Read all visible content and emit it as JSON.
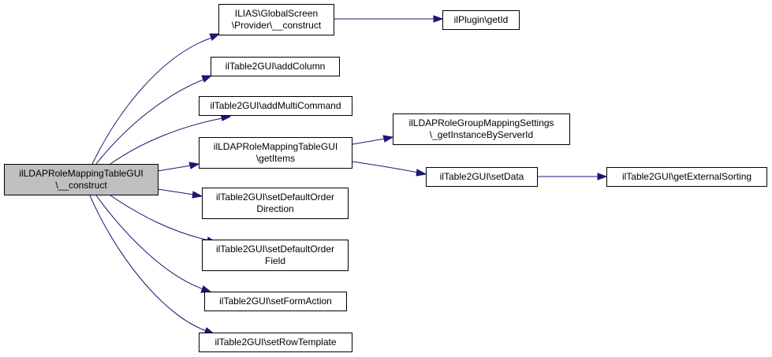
{
  "nodes": {
    "root": {
      "line1": "ilLDAPRoleMappingTableGUI",
      "line2": "\\__construct"
    },
    "global_screen": {
      "line1": "ILIAS\\GlobalScreen",
      "line2": "\\Provider\\__construct"
    },
    "plugin_getid": {
      "line1": "ilPlugin\\getId"
    },
    "add_column": {
      "line1": "ilTable2GUI\\addColumn"
    },
    "add_multi_command": {
      "line1": "ilTable2GUI\\addMultiCommand"
    },
    "get_items": {
      "line1": "ilLDAPRoleMappingTableGUI",
      "line2": "\\getItems"
    },
    "get_instance": {
      "line1": "ilLDAPRoleGroupMappingSettings",
      "line2": "\\_getInstanceByServerId"
    },
    "set_data": {
      "line1": "ilTable2GUI\\setData"
    },
    "get_external_sorting": {
      "line1": "ilTable2GUI\\getExternalSorting"
    },
    "set_default_order_direction": {
      "line1": "ilTable2GUI\\setDefaultOrder",
      "line2": "Direction"
    },
    "set_default_order_field": {
      "line1": "ilTable2GUI\\setDefaultOrder",
      "line2": "Field"
    },
    "set_form_action": {
      "line1": "ilTable2GUI\\setFormAction"
    },
    "set_row_template": {
      "line1": "ilTable2GUI\\setRowTemplate"
    }
  },
  "colors": {
    "edge": "#191970",
    "root_fill": "#bfbfbf",
    "node_fill": "#ffffff",
    "border": "#000000"
  }
}
